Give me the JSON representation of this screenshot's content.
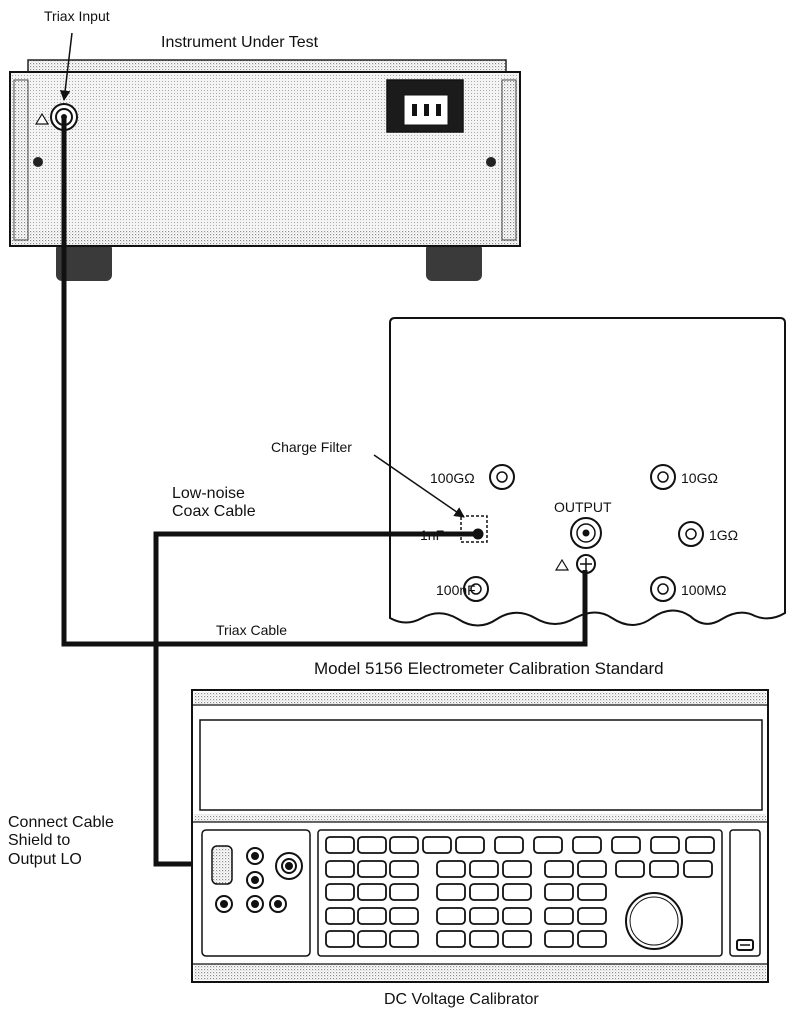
{
  "instrument": {
    "title": "Instrument Under Test",
    "triax_input_label": "Triax Input"
  },
  "standard": {
    "title": "Model 5156 Electrometer Calibration Standard",
    "charge_filter_label": "Charge Filter",
    "output_label": "OUTPUT",
    "terminals": {
      "t100g": "100GΩ",
      "t10g": "10GΩ",
      "t1g": "1GΩ",
      "t100m": "100MΩ",
      "t100nf": "100nF",
      "t1nf": "1nF"
    }
  },
  "cables": {
    "coax_label": "Low-noise\nCoax Cable",
    "triax_label": "Triax Cable",
    "shield_note": "Connect Cable\nShield to\nOutput LO"
  },
  "calibrator": {
    "title": "DC Voltage Calibrator"
  }
}
